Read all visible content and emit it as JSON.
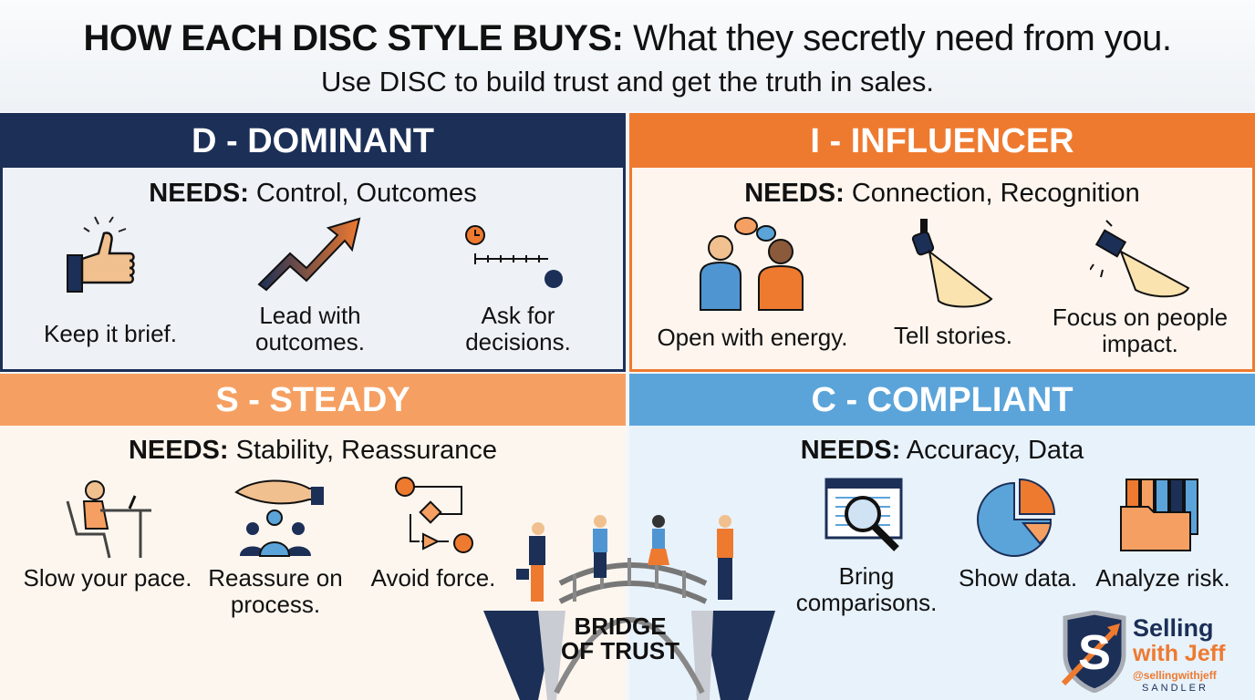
{
  "header": {
    "title_bold": "HOW EACH DISC STYLE BUYS:",
    "title_rest": " What they secretly need from you.",
    "subtitle": "Use DISC to build trust and get the truth in sales."
  },
  "quadrants": [
    {
      "title": "D - DOMINANT",
      "needs_label": "NEEDS:",
      "needs": " Control, Outcomes",
      "color": "#1b2f57",
      "items": [
        "Keep it brief.",
        "Lead with outcomes.",
        "Ask for decisions."
      ]
    },
    {
      "title": "I - INFLUENCER",
      "needs_label": "NEEDS:",
      "needs": " Connection, Recognition",
      "color": "#ee7a30",
      "items": [
        "Open with energy.",
        "Tell stories.",
        "Focus on people impact."
      ]
    },
    {
      "title": "S - STEADY",
      "needs_label": "NEEDS:",
      "needs": " Stability, Reassurance",
      "color": "#f5a062",
      "items": [
        "Slow your pace.",
        "Reassure on process.",
        "Avoid force."
      ]
    },
    {
      "title": "C - COMPLIANT",
      "needs_label": "NEEDS:",
      "needs": " Accuracy, Data",
      "color": "#5ba4da",
      "items": [
        "Bring comparisons.",
        "Show data.",
        "Analyze risk."
      ]
    }
  ],
  "bridge": {
    "label_line1": "BRIDGE",
    "label_line2": "OF TRUST"
  },
  "logo": {
    "line1": "Selling",
    "line2": "with Jeff",
    "handle": "@sellingwithjeff",
    "brand": "SANDLER"
  }
}
